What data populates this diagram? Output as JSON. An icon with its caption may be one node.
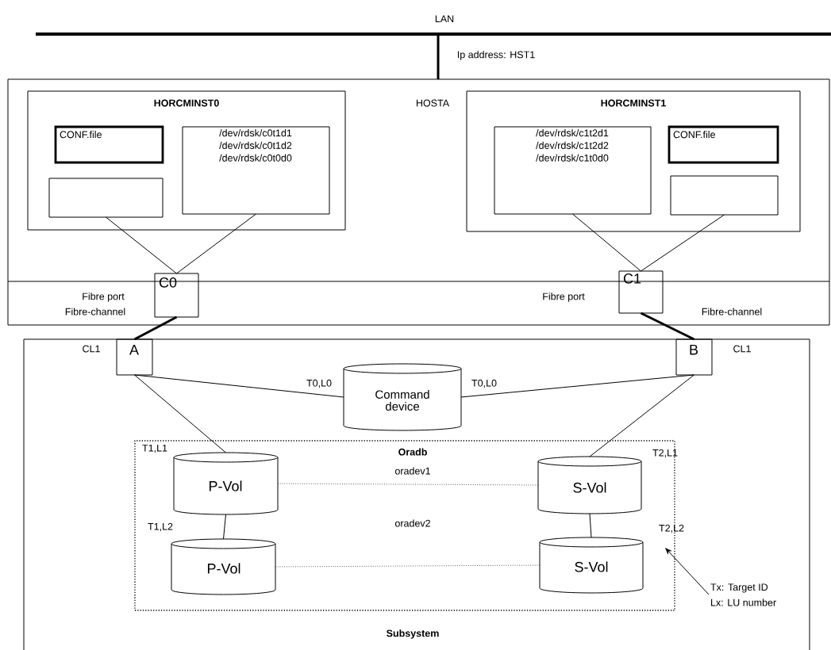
{
  "diagram": {
    "nodes": [
      {
        "text": [
          "LAN"
        ]
      },
      {
        "text": [
          "HOSTA"
        ]
      },
      {
        "text": [
          "HORCMINST0"
        ],
        "in": 1
      },
      {
        "text": [
          "CONF.file"
        ],
        "in": 2
      },
      {
        "text": [],
        "shape": "box",
        "in": 2
      },
      {
        "text": [
          "/dev/rdsk/c0t1d1 /dev/rdsk/c0t1d2 /dev/rdsk/c0t0d0"
        ],
        "in": 2
      },
      {
        "text": [
          "HORCMINST1"
        ],
        "in": 1
      },
      {
        "text": [
          "/dev/rdsk/c1t2d1 /dev/rdsk/c1t2d2 /dev/rdsk/c1t0d0"
        ],
        "in": 6
      },
      {
        "text": [
          "CONF.file"
        ],
        "in": 6
      },
      {
        "text": [],
        "shape": "box",
        "in": 6
      },
      {
        "text": [
          "C0"
        ],
        "beside": [
          "Fibre port"
        ],
        "in": 1
      },
      {
        "text": [
          "C1"
        ],
        "beside": [
          "Fibre port"
        ],
        "in": 1
      },
      {
        "text": [
          "Subsystem"
        ]
      },
      {
        "text": [
          "A"
        ],
        "beside": [
          "CL1"
        ],
        "in": 12
      },
      {
        "text": [
          "B"
        ],
        "beside": [
          "CL1"
        ],
        "in": 12
      },
      {
        "text": [
          "Command device"
        ],
        "in": 12
      },
      {
        "text": [
          "Oradb"
        ],
        "in": 12
      },
      {
        "text": [
          "P-Vol"
        ],
        "beside": [
          "T1,L1"
        ],
        "in": 16
      },
      {
        "text": [
          "S-Vol"
        ],
        "beside": [
          "T2,L1"
        ],
        "in": 16
      },
      {
        "text": [
          "P-Vol"
        ],
        "beside": [
          "T1,L2"
        ],
        "in": 16
      },
      {
        "text": [
          "S-Vol"
        ],
        "beside": [
          "T2,L2"
        ],
        "in": 16
      },
      {
        "text": [
          "Tx: Target ID",
          "Lx: LU number"
        ],
        "in": 12
      }
    ],
    "edges": [
      {
        "from": 0,
        "to": 1,
        "arrow": "none",
        "label": "Ip address: HST1",
        "style": "thick"
      },
      {
        "from": 4,
        "to": 10,
        "arrow": "none"
      },
      {
        "from": 5,
        "to": 10,
        "arrow": "none"
      },
      {
        "from": 7,
        "to": 11,
        "arrow": "none"
      },
      {
        "from": 9,
        "to": 11,
        "arrow": "none"
      },
      {
        "from": 10,
        "to": 13,
        "arrow": "none",
        "label": "Fibre-channel",
        "style": "thick"
      },
      {
        "from": 11,
        "to": 14,
        "arrow": "none",
        "label": "Fibre-channel",
        "style": "thick"
      },
      {
        "from": 13,
        "to": 15,
        "arrow": "none",
        "label": "T0,L0"
      },
      {
        "from": 14,
        "to": 15,
        "arrow": "none",
        "label": "T0,L0"
      },
      {
        "from": 13,
        "to": 17,
        "arrow": "none"
      },
      {
        "from": 14,
        "to": 18,
        "arrow": "none"
      },
      {
        "from": 17,
        "to": 19,
        "arrow": "none"
      },
      {
        "from": 18,
        "to": 20,
        "arrow": "none"
      },
      {
        "from": 17,
        "to": 18,
        "arrow": "none",
        "label": "oradev1",
        "style": "dashed"
      },
      {
        "from": 19,
        "to": 20,
        "arrow": "none",
        "label": "oradev2",
        "style": "dashed"
      },
      {
        "from": 21,
        "to": 20,
        "arrow": "to"
      }
    ]
  }
}
